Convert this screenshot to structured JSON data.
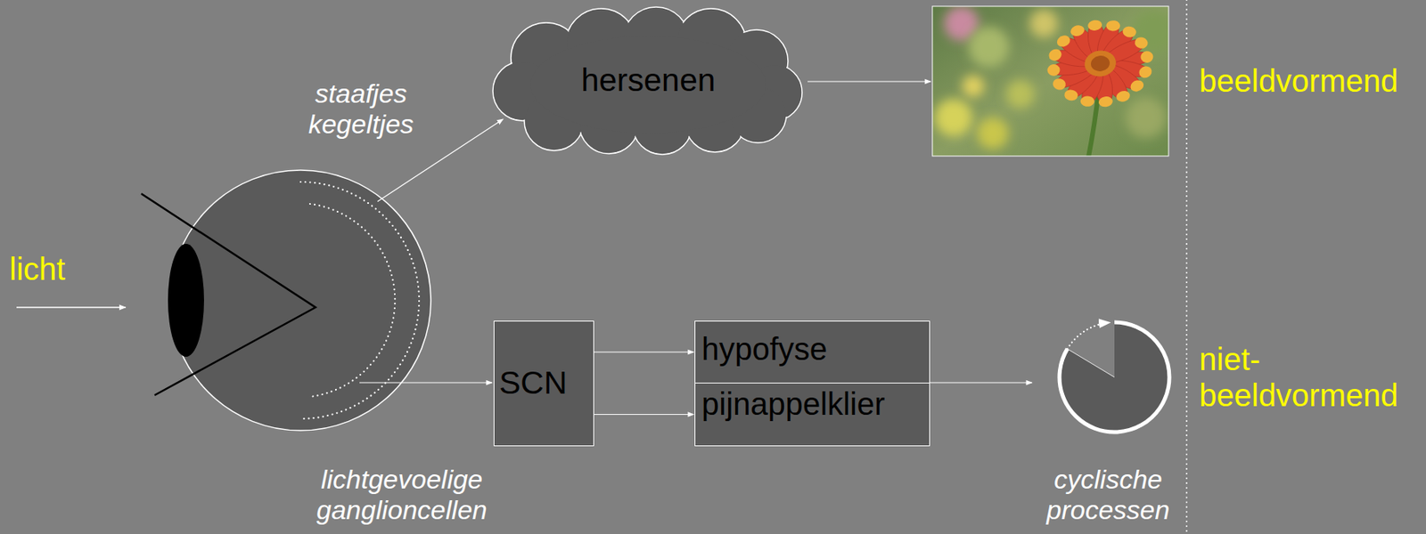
{
  "diagram": {
    "nodes": [
      {
        "text": [
          "hersenen"
        ]
      },
      {
        "text": [
          "SCN"
        ]
      },
      {
        "text": [
          "hypofyse"
        ]
      },
      {
        "text": [
          "pijnappelklier"
        ]
      }
    ],
    "edges": [
      {
        "from": 1,
        "to": 2,
        "arrow": "to"
      },
      {
        "from": 1,
        "to": 3,
        "arrow": "to"
      }
    ],
    "labels": [
      "licht",
      "staafjes kegeltjes",
      "lichtgevoelige ganglioncellen",
      "cyclische processen",
      "beeldvormend",
      "niet- beeldvormend"
    ]
  }
}
